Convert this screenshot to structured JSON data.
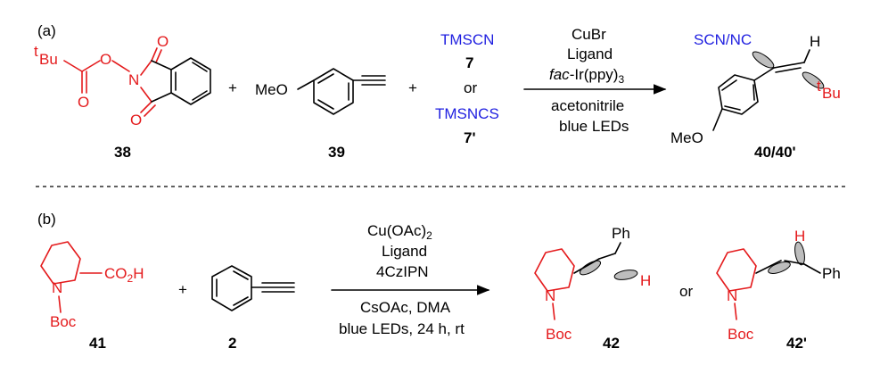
{
  "panel_a": {
    "label": "(a)",
    "compound_38": "38",
    "tbu_sup": "t",
    "tbu_base": "Bu",
    "o_label": "O",
    "n_label": "N",
    "plus": "+",
    "meo": "MeO",
    "compound_39": "39",
    "reagent_1": "TMSCN",
    "reagent_1_num": "7",
    "or": "or",
    "reagent_2": "TMSNCS",
    "reagent_2_num": "7'",
    "cond_above_1": "CuBr",
    "cond_above_2": "Ligand",
    "cond_above_3_italic": "fac",
    "cond_above_3_rest": "-Ir(ppy)",
    "cond_above_3_sub": "3",
    "cond_below_1": "acetonitrile",
    "cond_below_2": "blue LEDs",
    "product_group": "SCN/NC",
    "h": "H",
    "product_meo": "MeO",
    "product_label": "40/40'"
  },
  "panel_b": {
    "label": "(b)",
    "n_label": "N",
    "boc": "Boc",
    "co2h_1": "CO",
    "co2h_sub": "2",
    "co2h_2": "H",
    "compound_41": "41",
    "plus": "+",
    "compound_2": "2",
    "cond_above_1a": "Cu(OAc)",
    "cond_above_1sub": "2",
    "cond_above_2": "Ligand",
    "cond_above_3": "4CzIPN",
    "cond_below_1": "CsOAc, DMA",
    "cond_below_2": "blue LEDs, 24 h, rt",
    "ph": "Ph",
    "h": "H",
    "or": "or",
    "product_42": "42",
    "product_42p": "42'"
  },
  "colors": {
    "red": "#e41a1c",
    "blue": "#1f1fe0",
    "orbital": "#bdbdbd"
  }
}
